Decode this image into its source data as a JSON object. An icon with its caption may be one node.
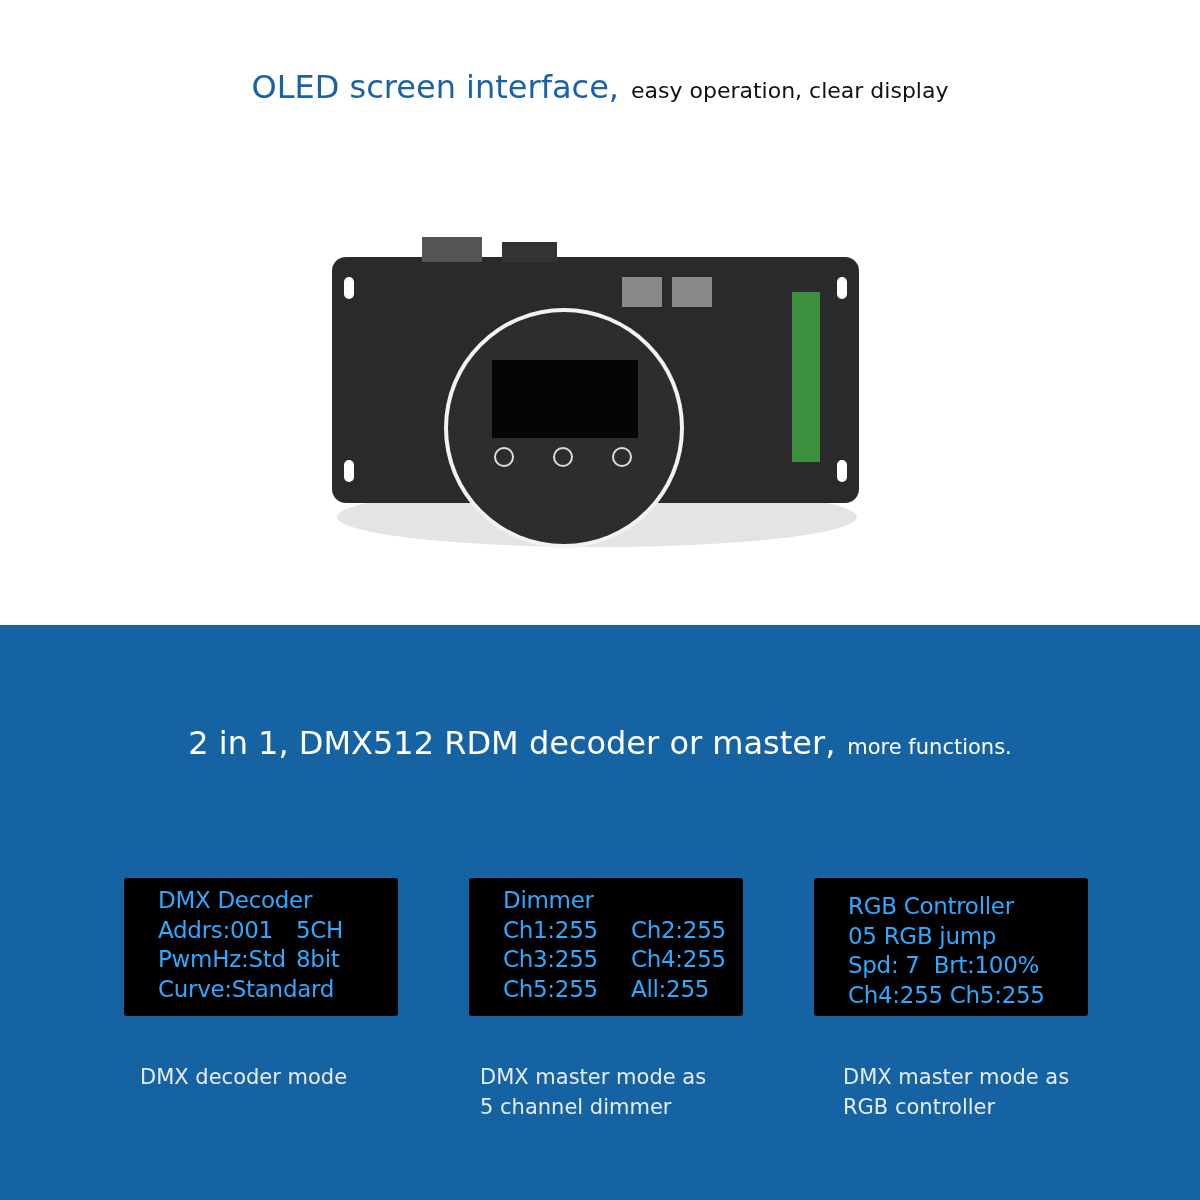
{
  "diagram": {
    "nodes": [
      {
        "text": [
          "DMX Decoder",
          "Addrs:001",
          "5CH",
          "PwmHz:Std",
          "8bit",
          "Curve:Standard"
        ]
      },
      {
        "text": [
          "Dimmer",
          "Ch1:255",
          "Ch2:255",
          "Ch3:255",
          "Ch4:255",
          "Ch5:255",
          "All:255"
        ]
      },
      {
        "text": [
          "RGB Controller",
          "05 RGB jump",
          "Spd: 7  Brt:100%",
          "Ch4:255 Ch5:255"
        ]
      }
    ],
    "edges": [],
    "labels": [
      "OLED screen interface,",
      "easy operation, clear display",
      "2 in 1, DMX512 RDM decoder or master,",
      "more functions.",
      "DMX decoder mode",
      "DMX master mode as 5 channel dimmer",
      "DMX master mode as RGB controller"
    ]
  }
}
